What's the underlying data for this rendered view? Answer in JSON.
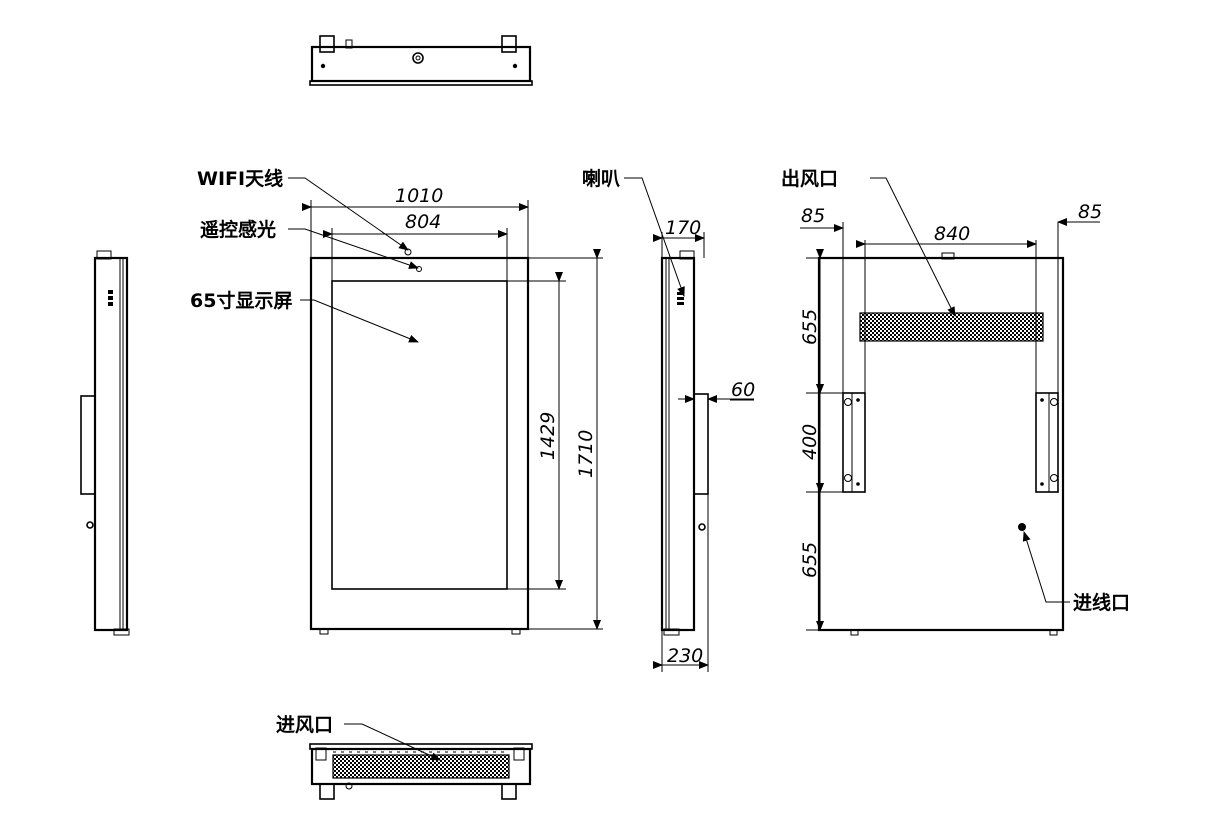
{
  "labels": {
    "wifi_antenna": "WIFI天线",
    "remote_sensor": "遥控感光",
    "display_screen": "65寸显示屏",
    "speaker": "喇叭",
    "air_outlet": "出风口",
    "cable_inlet": "进线口",
    "air_inlet": "进风口"
  },
  "dimensions": {
    "overall_width": "1010",
    "screen_width": "804",
    "screen_height": "1429",
    "overall_height": "1710",
    "top_depth": "170",
    "bottom_depth": "230",
    "bracket_depth": "60",
    "edge_left": "85",
    "edge_right": "85",
    "bracket_span": "840",
    "upper_section": "655",
    "bracket_height": "400",
    "lower_section": "655"
  }
}
